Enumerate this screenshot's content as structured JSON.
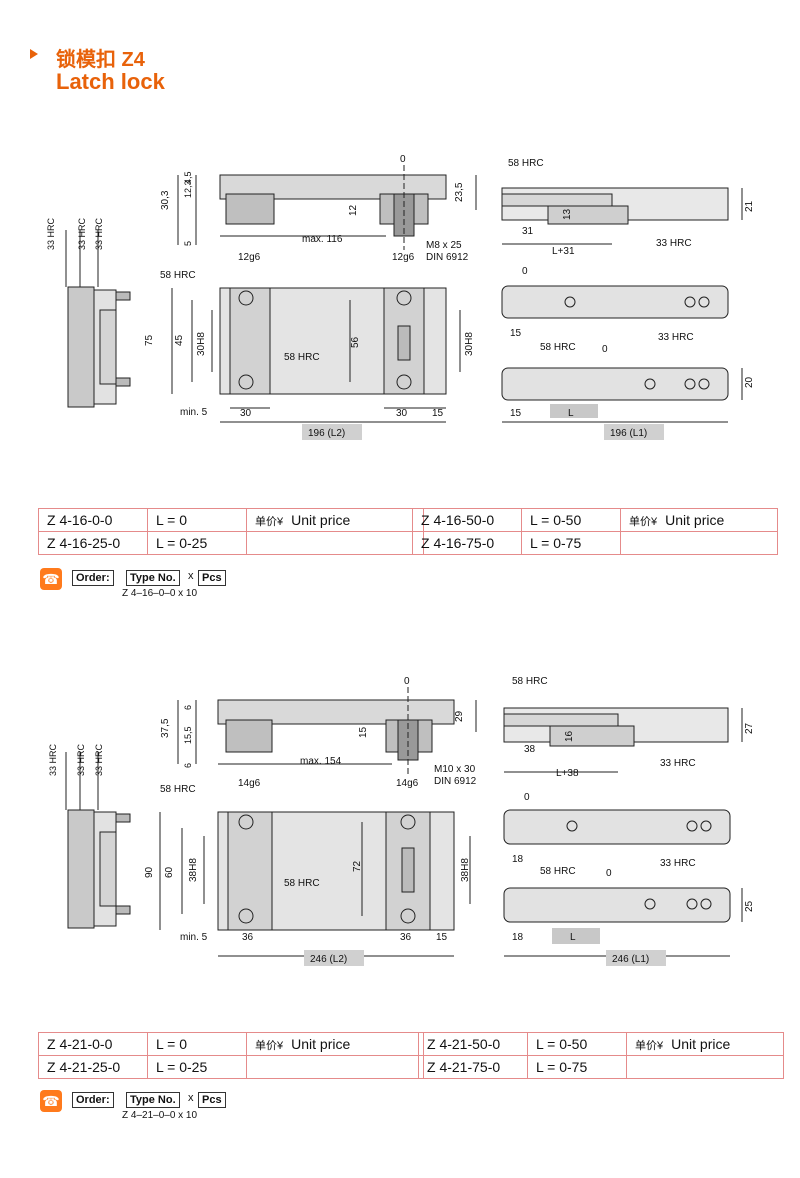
{
  "header": {
    "title_cn": "锁模扣 Z4",
    "title_en": "Latch lock"
  },
  "colors": {
    "accent": "#e8620a",
    "table_border": "#e58b8b"
  },
  "sections": [
    {
      "dims": {
        "hrc58": "58 HRC",
        "hrc33": "33 HRC",
        "zero": "0",
        "h_total": "30,3",
        "h_a": "4,5",
        "h_b": "12,3",
        "h_c": "5",
        "h_12": "12",
        "h_right": "23,5",
        "max": "max. 116",
        "screw1": "M8 x 25",
        "screw2": "DIN 6912",
        "g6_left": "12g6",
        "g6_right": "12g6",
        "d75": "75",
        "d45": "45",
        "h8_left": "30H8",
        "d56": "56",
        "h8_right": "30H8",
        "min5": "min. 5",
        "d30a": "30",
        "d30b": "30",
        "d15": "15",
        "l2": "196 (L2)",
        "s_31": "31",
        "s_13": "13",
        "s_21": "21",
        "s_L31": "L+31",
        "p_15": "15",
        "p_15b": "15",
        "p_L": "L",
        "p_20": "20",
        "l1": "196 (L1)"
      },
      "table_left": [
        {
          "code": "Z 4-16-0-0",
          "l": "L = 0",
          "price_cn": "单价¥",
          "price_en": "Unit price"
        },
        {
          "code": "Z 4-16-25-0",
          "l": "L = 0-25",
          "price_cn": "",
          "price_en": ""
        }
      ],
      "table_right": [
        {
          "code": "Z 4-16-50-0",
          "l": "L = 0-50",
          "price_cn": "单价¥",
          "price_en": "Unit price"
        },
        {
          "code": "Z 4-16-75-0",
          "l": "L = 0-75",
          "price_cn": "",
          "price_en": ""
        }
      ],
      "order": {
        "label": "Order:",
        "type": "Type No.",
        "x": "x",
        "pcs": "Pcs",
        "example": "Z 4–16–0–0 x   10"
      }
    },
    {
      "dims": {
        "hrc58": "58 HRC",
        "hrc33": "33 HRC",
        "zero": "0",
        "h_total": "37,5",
        "h_a": "6",
        "h_b": "15,5",
        "h_c": "6",
        "h_12": "15",
        "h_right": "29",
        "max": "max. 154",
        "screw1": "M10 x 30",
        "screw2": "DIN 6912",
        "g6_left": "14g6",
        "g6_right": "14g6",
        "d75": "90",
        "d45": "60",
        "h8_left": "38H8",
        "d56": "72",
        "h8_right": "38H8",
        "min5": "min. 5",
        "d30a": "36",
        "d30b": "36",
        "d15": "15",
        "l2": "246 (L2)",
        "s_31": "38",
        "s_13": "16",
        "s_21": "27",
        "s_L31": "L+38",
        "p_15": "18",
        "p_15b": "18",
        "p_L": "L",
        "p_20": "25",
        "l1": "246 (L1)"
      },
      "table_left": [
        {
          "code": "Z 4-21-0-0",
          "l": "L = 0",
          "price_cn": "单价¥",
          "price_en": "Unit price"
        },
        {
          "code": "Z 4-21-25-0",
          "l": "L = 0-25",
          "price_cn": "",
          "price_en": ""
        }
      ],
      "table_right": [
        {
          "code": "Z 4-21-50-0",
          "l": "L = 0-50",
          "price_cn": "单价¥",
          "price_en": "Unit price"
        },
        {
          "code": "Z 4-21-75-0",
          "l": "L = 0-75",
          "price_cn": "",
          "price_en": ""
        }
      ],
      "order": {
        "label": "Order:",
        "type": "Type No.",
        "x": "x",
        "pcs": "Pcs",
        "example": "Z 4–21–0–0 x   10"
      }
    }
  ]
}
